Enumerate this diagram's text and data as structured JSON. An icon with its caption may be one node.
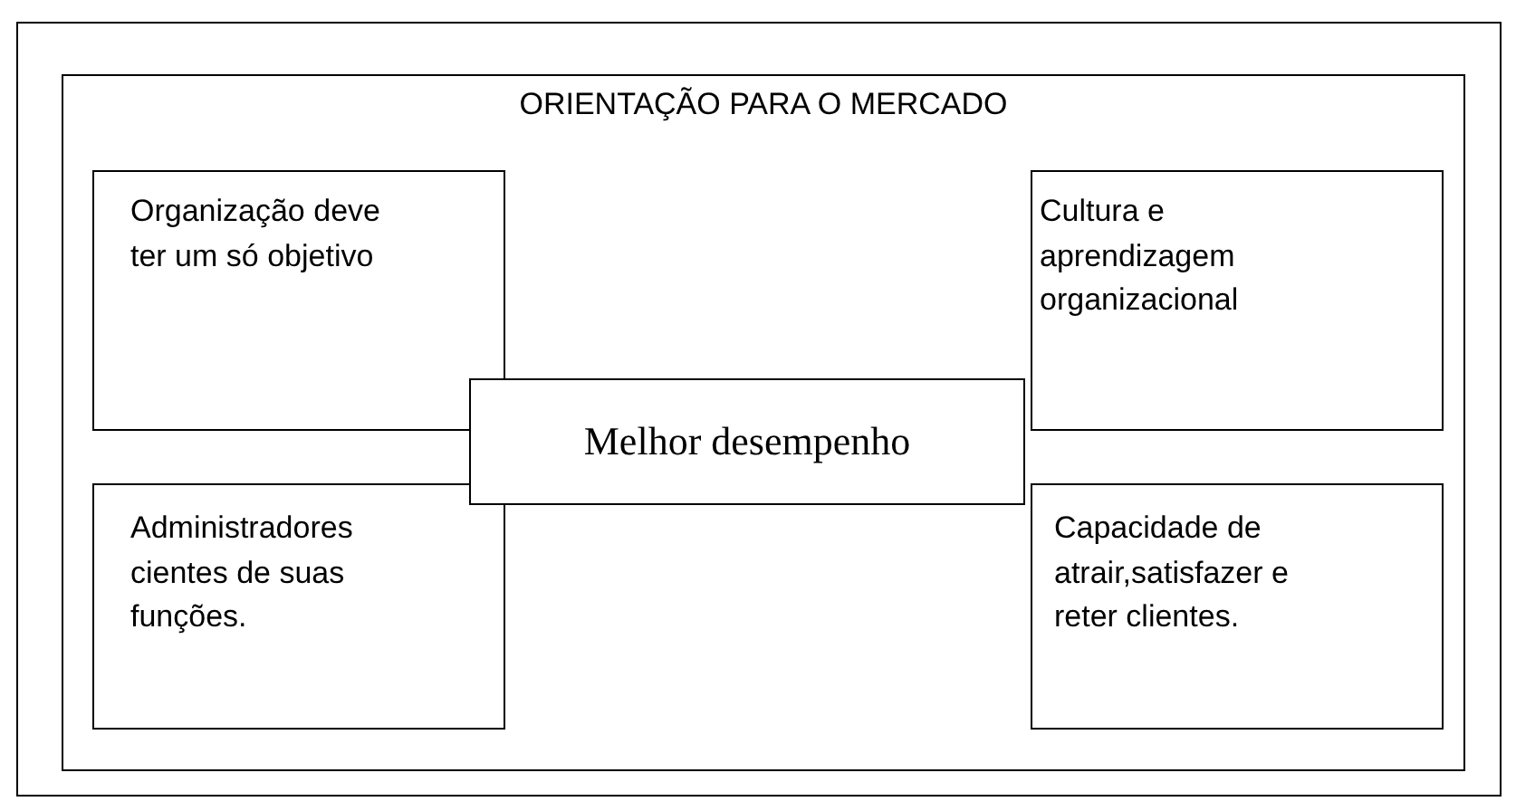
{
  "diagram": {
    "nodes": [
      {
        "text": [],
        "shape": "box"
      },
      {
        "text": [
          "ORIENTAÇÃO PARA O MERCADO"
        ],
        "in": 0
      },
      {
        "text": [
          "Organização deve ter um só objetivo"
        ],
        "in": 1
      },
      {
        "text": [
          "Cultura e aprendizagem organizacional"
        ],
        "in": 1
      },
      {
        "text": [
          "Melhor desempenho"
        ],
        "in": 1
      },
      {
        "text": [
          "Administradores cientes de suas funções."
        ],
        "in": 1
      },
      {
        "text": [
          "Capacidade de atrair,satisfazer e reter clientes."
        ],
        "in": 1
      }
    ]
  }
}
